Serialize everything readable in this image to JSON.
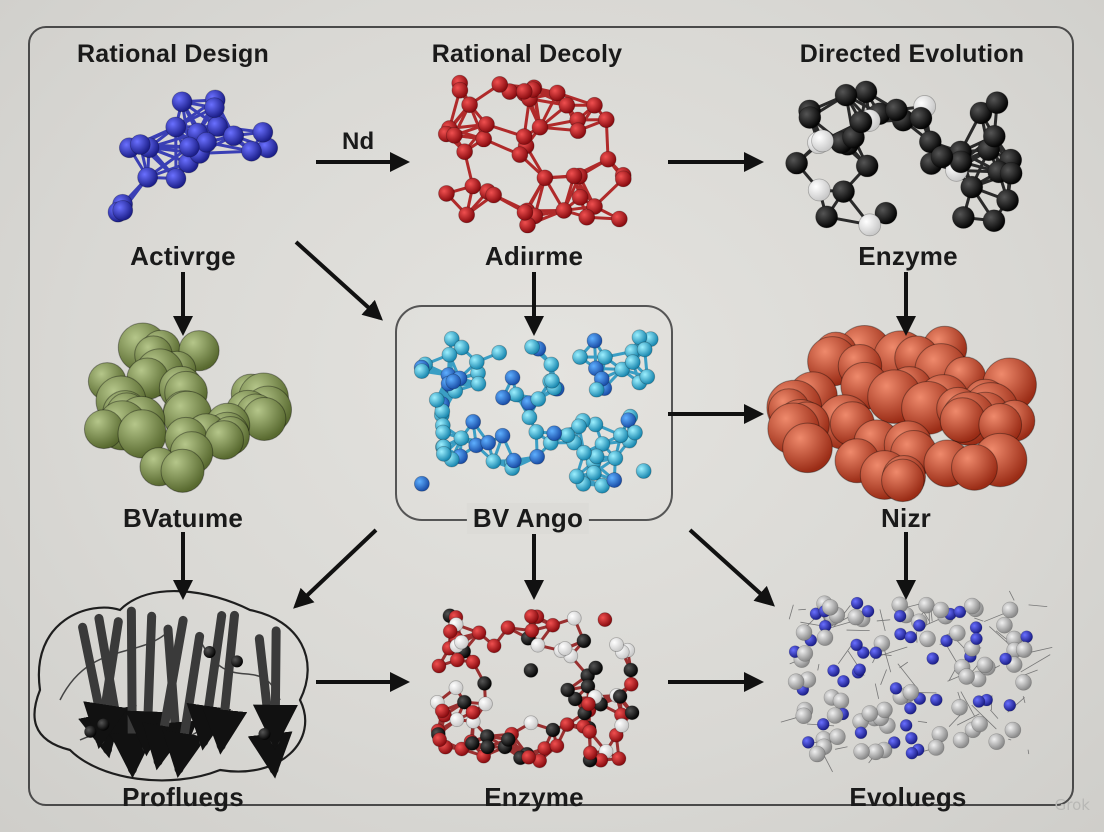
{
  "columns": [
    {
      "title": "Rational Design"
    },
    {
      "title": "Rational Decoly"
    },
    {
      "title": "Directed Evolution"
    }
  ],
  "nodes": {
    "r1c1": {
      "label": "Activrge",
      "color": "#2b2fb0"
    },
    "r1c2": {
      "label": "Adiırme",
      "color": "#c0161c"
    },
    "r1c3": {
      "label": "Enzyme",
      "color": "#111111"
    },
    "r2c1": {
      "label": "BVatuıme",
      "color": "#7e9250"
    },
    "r2c2": {
      "label": "BV Ango",
      "color": "#2aa6c8"
    },
    "r2c3": {
      "label": "Nizr",
      "color": "#c5432a"
    },
    "r3c1": {
      "label": "Profluegs",
      "color": "#333333"
    },
    "r3c2": {
      "label": "Enzyme",
      "color": "#c0161c"
    },
    "r3c3": {
      "label": "Evoluegs",
      "color": "#2f33b8"
    }
  },
  "edges": {
    "nd_label": "Nd"
  },
  "watermark": "Grok"
}
